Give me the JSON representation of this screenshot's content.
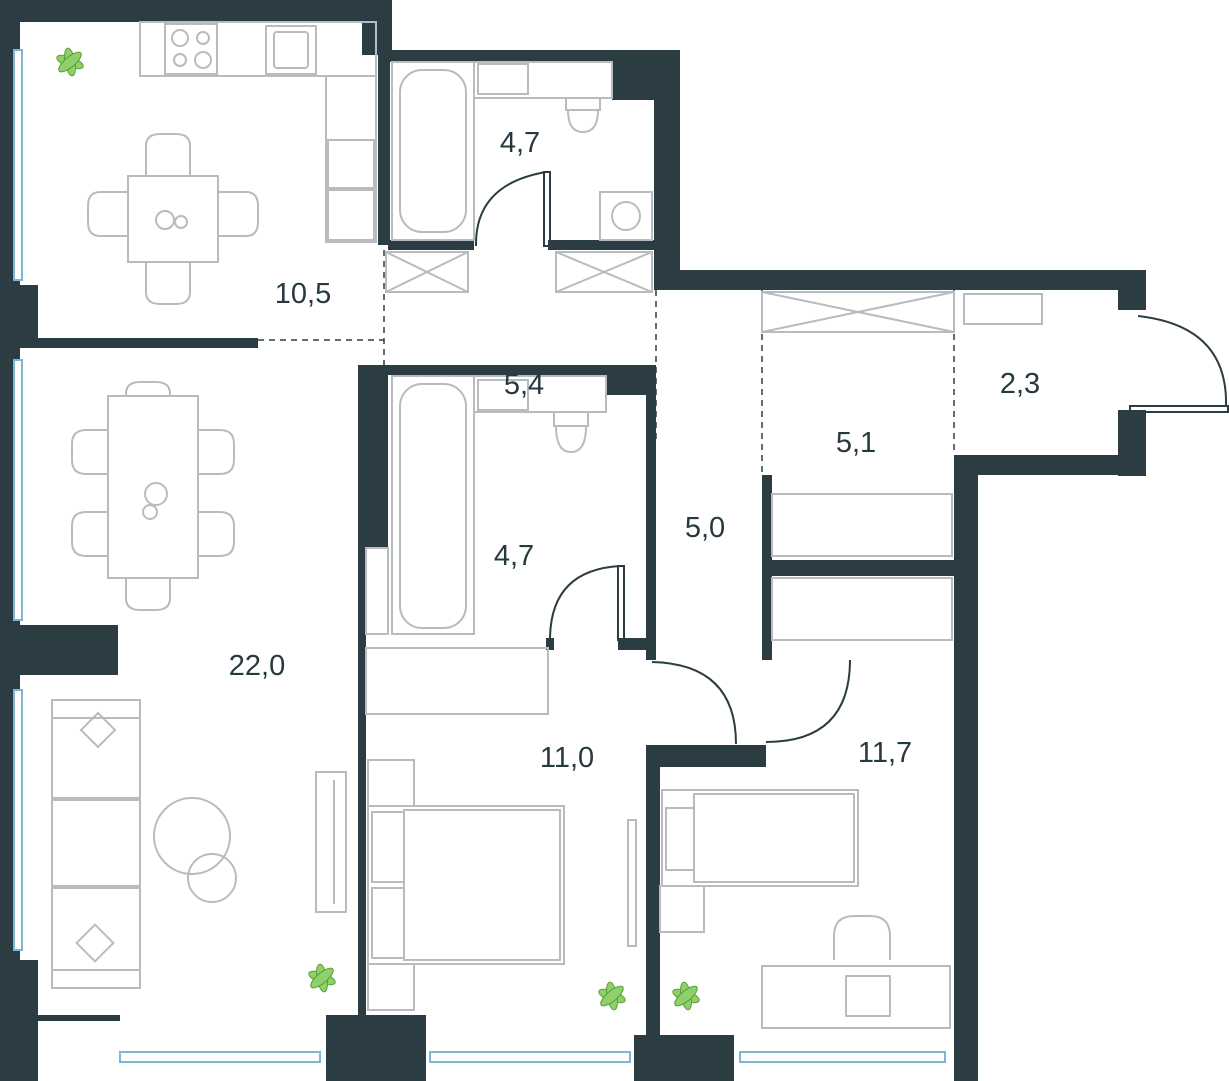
{
  "rooms": [
    {
      "id": "kitchen",
      "area": "10,5"
    },
    {
      "id": "bathroom-top",
      "area": "4,7"
    },
    {
      "id": "hall",
      "area": "5,4"
    },
    {
      "id": "wardrobe",
      "area": "5,1"
    },
    {
      "id": "balcony",
      "area": "2,3"
    },
    {
      "id": "corridor",
      "area": "5,0"
    },
    {
      "id": "bathroom-bottom",
      "area": "4,7"
    },
    {
      "id": "living-room",
      "area": "22,0"
    },
    {
      "id": "bedroom-main",
      "area": "11,0"
    },
    {
      "id": "bedroom-second",
      "area": "11,7"
    }
  ],
  "colors": {
    "wall": "#2b3d42",
    "furniture": "#b8bcbe",
    "window": "#7fb6d6",
    "plant": "#8fd06a",
    "text": "#25393f"
  },
  "icons": [
    "plant-icon",
    "sofa-icon",
    "bed-icon",
    "bathtub-icon",
    "toilet-icon",
    "sink-icon",
    "stove-icon",
    "washer-icon",
    "dining-table-icon",
    "desk-icon",
    "chair-icon"
  ]
}
